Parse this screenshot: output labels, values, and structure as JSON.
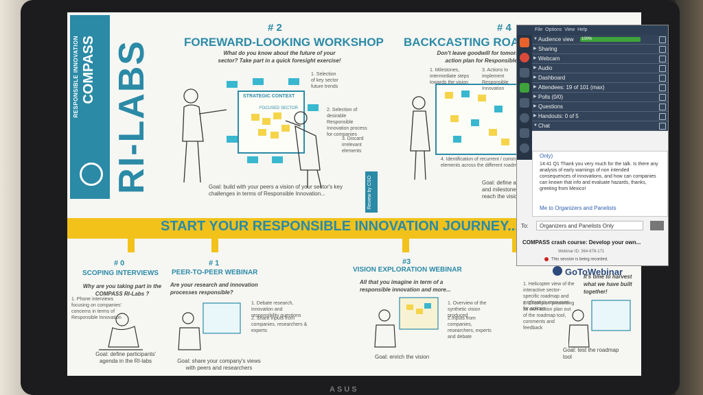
{
  "poster": {
    "brand_tagline": "RESPONSIBLE INNOVATION",
    "brand_name": "COMPASS",
    "program": "RI-LABS",
    "step2": {
      "number": "# 2",
      "title": "FOREWARD-LOOKING WORKSHOP",
      "subtitle": "What do you know about the future of your sector? Take part in a quick foresight exercise!",
      "board_label": "STRATEGIC CONTEXT",
      "focus_label": "FOCUSED SECTOR",
      "note1": "1. Selection of key sector future trends",
      "note2": "2. Selection of desirable Responsible Innovation process for companies",
      "note3": "3. Discard irrelevant elements",
      "goal": "Goal: build with your peers a vision of your sector's key challenges in terms of Responsible Innovation..."
    },
    "step4": {
      "number": "# 4",
      "title": "BACKCASTING ROADMA",
      "subtitle": "Don't leave goodwill for tomorrow action plan for Responsible",
      "note1": "1. Milestones, intermediate steps towards the vision",
      "note2": "3. Actions to implement Responsible Innovation",
      "note3": "4. Identification of recurrent / common elements across the different roadmaps",
      "goal": "Goal: define actions and milestone to reach the vision",
      "review": "Review by CSO"
    },
    "banner": "START YOUR RESPONSIBLE INNOVATION JOURNEY...",
    "step0": {
      "number": "# 0",
      "title": "SCOPING INTERVIEWS",
      "subtitle": "Why are you taking part in the COMPASS RI-Labs ?",
      "note": "1. Phone interviews focusing on companies' concerns in terms of Responsible Innovation",
      "goal": "Goal: define participants' agenda in the RI-labs"
    },
    "step1": {
      "number": "# 1",
      "title": "PEER-TO-PEER WEBINAR",
      "subtitle": "Are your research and innovation processes responsible?",
      "note1": "1. Debate research, innovation and responsibility questions",
      "note2": "2. Share inputs from companies, researchers & experts",
      "goal": "Goal: share your company's views with peers and researchers"
    },
    "step3": {
      "number": "#3",
      "title": "VISION EXPLORATION WEBINAR",
      "subtitle": "All that you imagine in term of a responsible innovation and more...",
      "note1": "1. Overview of the synthetic vision produced",
      "note2": "2.Inputs from companies, researchers, experts and debate",
      "goal": "Goal: enrich the vision"
    },
    "step5": {
      "subtitle": "It's time to harvest what we have built together!",
      "note1": "1. Helicopter view of the interactive sector-specific roadmap and exploration resources for actions",
      "note2": "2. Champion presenting its own action plan out of the roadmap tool, comments and feedback",
      "goal": "Goal: test the roadmap tool"
    }
  },
  "gotowebinar": {
    "menu": [
      "File",
      "Options",
      "View",
      "Help"
    ],
    "panels": [
      {
        "label": "Audience view",
        "meter": "100%"
      },
      {
        "label": "Sharing"
      },
      {
        "label": "Webcam"
      },
      {
        "label": "Audio"
      },
      {
        "label": "Dashboard"
      },
      {
        "label": "Attendees: 19 of 101 (max)"
      },
      {
        "label": "Polls (0/0)"
      },
      {
        "label": "Questions"
      },
      {
        "label": "Handouts: 0 of 5"
      },
      {
        "label": "Chat"
      }
    ],
    "chat_prev": "Only)",
    "chat_message": "14:41 Q1 Thank you very much for the talk. Is there any analysis of early warnings of non intended consequences of innovations, and how can companies can known that info and evaluate hazards, thanks, greeting from Mexico!",
    "chat_next": "Me to Organizers and Panelists",
    "to_label": "To:",
    "to_value": "Organizers and Panelists Only",
    "course_title": "COMPASS crash course: Develop your own...",
    "webinar_id": "Webinar ID: 364-678-171",
    "recording_status": "This session is being recorded.",
    "logo": "GoToWebinar"
  },
  "colors": {
    "teal": "#2b8aa6",
    "yellow": "#f2c21b",
    "panel": "#33445a",
    "recording": "#cc2222"
  },
  "laptop_brand": "ASUS"
}
